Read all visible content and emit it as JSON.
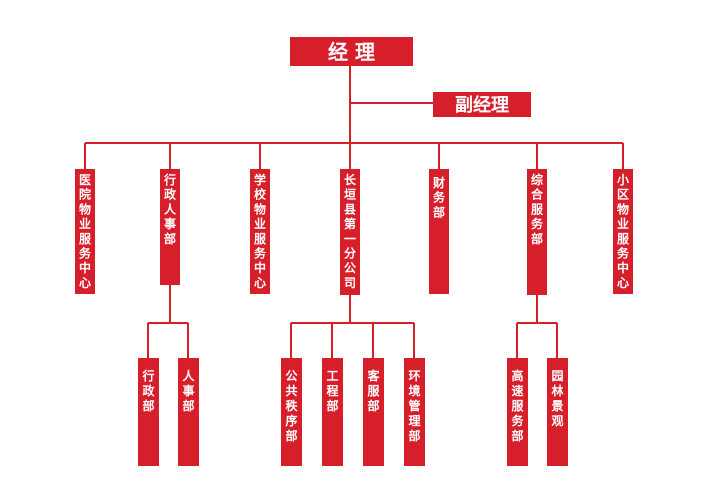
{
  "colors": {
    "primary": "#d71f2b",
    "line": "#d71f2b",
    "text": "#ffffff"
  },
  "top": {
    "title": "经 理"
  },
  "deputy": {
    "title": "副经理"
  },
  "departments": [
    {
      "label": "医院物业服务中心"
    },
    {
      "label": "行政人事部"
    },
    {
      "label": "学校物业服务中心"
    },
    {
      "label": "长垣县第一分公司"
    },
    {
      "label": "财务部"
    },
    {
      "label": "综合服务部"
    },
    {
      "label": "小区物业服务中心"
    }
  ],
  "sub_departments": {
    "admin_hr": [
      {
        "label": "行政部"
      },
      {
        "label": "人事部"
      }
    ],
    "branch": [
      {
        "label": "公共秩序部"
      },
      {
        "label": "工程部"
      },
      {
        "label": "客服部"
      },
      {
        "label": "环境管理部"
      }
    ],
    "integrated": [
      {
        "label": "高速服务部"
      },
      {
        "label": "园林景观"
      }
    ]
  }
}
